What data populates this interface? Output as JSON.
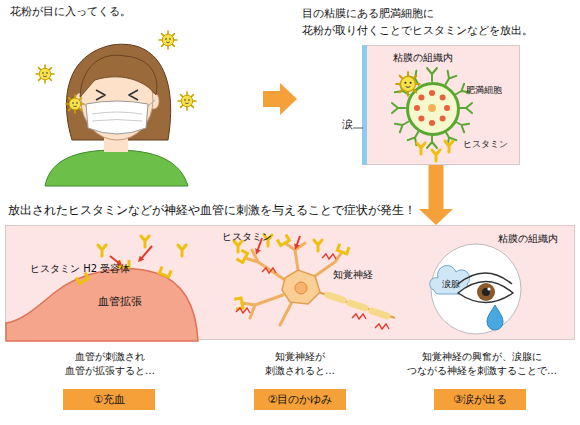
{
  "diagram": {
    "nodes": [
      {
        "text": [
          "粘膜の組織内",
          "涙",
          "ヒスタミン"
        ]
      },
      {
        "text": [
          "肥満細胞"
        ],
        "in": 0
      },
      {
        "text": [
          "粘膜の組織内"
        ]
      },
      {
        "text": [
          "血管拡張"
        ],
        "in": 2
      },
      {
        "text": [
          "涙腺"
        ],
        "in": 2
      },
      {
        "text": [
          "①充血"
        ]
      },
      {
        "text": [
          "②目のかゆみ"
        ]
      },
      {
        "text": [
          "③涙が出る"
        ]
      }
    ],
    "edges": [
      {
        "from": 0,
        "to": 2,
        "arrow": "to"
      }
    ],
    "labels": [
      "花粉が目に入ってくる。",
      "目の粘膜にある肥満細胞に 花粉が取り付くことでヒスタミンなどを放出。",
      "放出されたヒスタミンなどが神経や血管に刺激を与えることで症状が発生！",
      "ヒスタミン H2 受容体",
      "ヒスタミン",
      "知覚神経",
      "血管が刺激され 血管が拡張すると…",
      "知覚神経が 刺激されると…",
      "知覚神経の興奮が、涙腺に つながる神経を刺激することで…"
    ]
  }
}
